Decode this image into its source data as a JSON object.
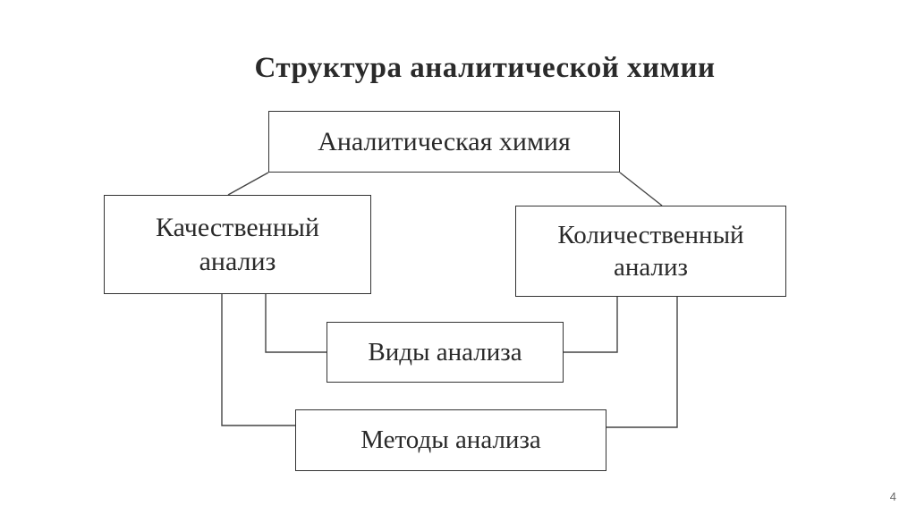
{
  "slide": {
    "title": "Структура аналитической химии",
    "page_number": "4"
  },
  "diagram": {
    "nodes": {
      "root": "Аналитическая химия",
      "qualitative": "Качественный анализ",
      "quantitative": "Количественный анализ",
      "kinds": "Виды анализа",
      "methods": "Методы анализа"
    }
  }
}
